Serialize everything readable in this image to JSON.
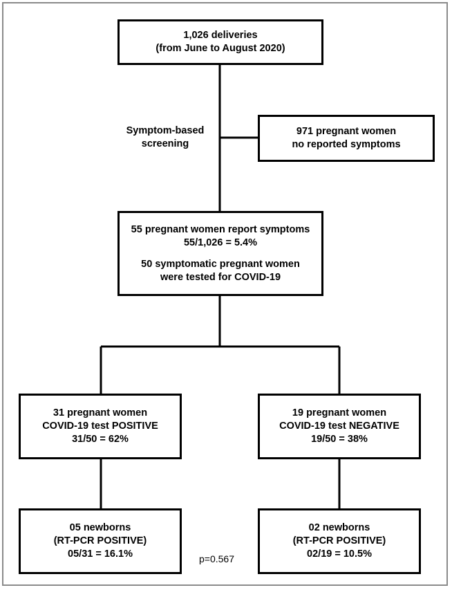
{
  "boxes": {
    "deliveries": {
      "line1": "1,026 deliveries",
      "line2": "(from June to August 2020)"
    },
    "no_symptoms": {
      "line1": "971 pregnant women",
      "line2": "no reported symptoms"
    },
    "symptomatic": {
      "line1": "55 pregnant women report symptoms",
      "line2": "55/1,026 = 5.4%",
      "line3": "50 symptomatic pregnant women",
      "line4": "were tested for COVID-19"
    },
    "positive": {
      "line1": "31 pregnant women",
      "line2": "COVID-19 test POSITIVE",
      "line3": "31/50 = 62%"
    },
    "negative": {
      "line1": "19 pregnant women",
      "line2": "COVID-19 test NEGATIVE",
      "line3": "19/50 = 38%"
    },
    "newborns_positive_group": {
      "line1": "05 newborns",
      "line2": "(RT-PCR POSITIVE)",
      "line3": "05/31 = 16.1%"
    },
    "newborns_negative_group": {
      "line1": "02 newborns",
      "line2": "(RT-PCR POSITIVE)",
      "line3": "02/19 = 10.5%"
    }
  },
  "labels": {
    "screening_line1": "Symptom-based",
    "screening_line2": "screening",
    "p_value": "p=0.567"
  }
}
